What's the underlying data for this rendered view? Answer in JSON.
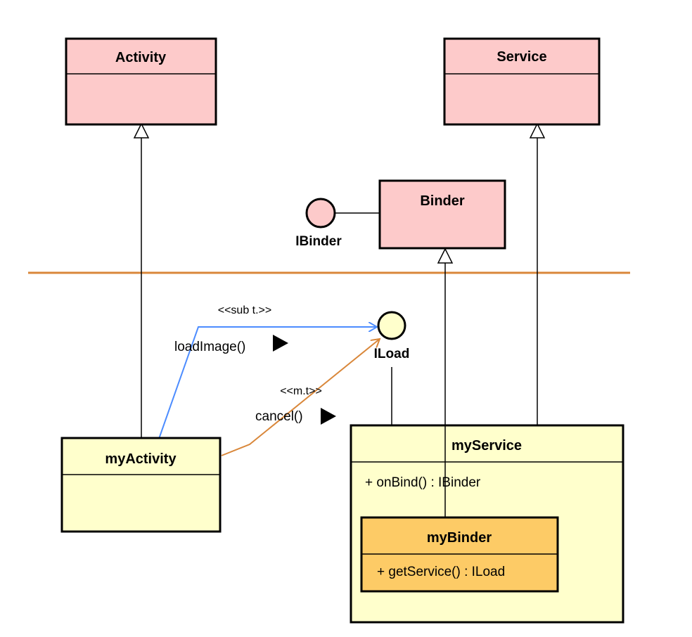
{
  "colors": {
    "framework_fill": "#fdcaca",
    "app_fill": "#ffffcc",
    "inner_fill": "#fdcb66",
    "separator": "#d9873a",
    "blue_link": "#4c8cff",
    "orange_link": "#d9873a"
  },
  "classes": {
    "activity": {
      "name": "Activity"
    },
    "service": {
      "name": "Service"
    },
    "binder": {
      "name": "Binder"
    },
    "my_activity": {
      "name": "myActivity"
    },
    "my_service": {
      "name": "myService",
      "members": [
        "+ onBind() : IBinder"
      ]
    },
    "my_binder": {
      "name": "myBinder",
      "members": [
        "+ getService() : ILoad"
      ]
    }
  },
  "interfaces": {
    "ibinder": {
      "name": "IBinder"
    },
    "iload": {
      "name": "ILoad"
    }
  },
  "messages": {
    "load": {
      "stereotype": "<<sub t.>>",
      "label": "loadImage()"
    },
    "cancel": {
      "stereotype": "<<m.t>>",
      "label": "cancel()"
    }
  }
}
